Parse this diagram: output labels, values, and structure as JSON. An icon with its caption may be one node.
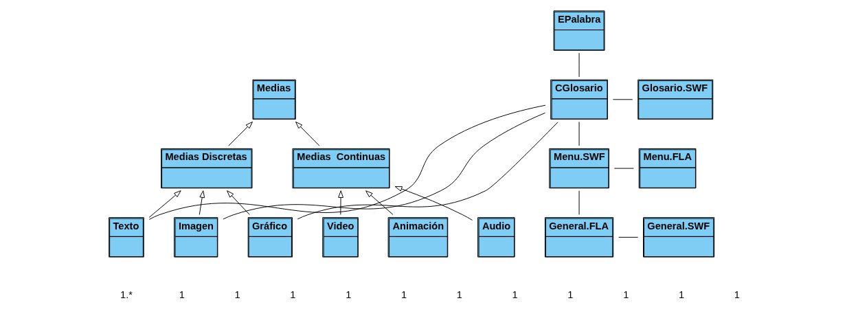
{
  "diagram": {
    "nodes": [
      {
        "text": [
          "Medias"
        ]
      },
      {
        "text": [
          "Medias Discretas"
        ]
      },
      {
        "text": [
          "Medias  Continuas"
        ]
      },
      {
        "text": [
          "Texto"
        ]
      },
      {
        "text": [
          "Imagen"
        ]
      },
      {
        "text": [
          "Gráfico"
        ]
      },
      {
        "text": [
          "Video"
        ]
      },
      {
        "text": [
          "Animación"
        ]
      },
      {
        "text": [
          "Audio"
        ]
      },
      {
        "text": [
          "EPalabra"
        ]
      },
      {
        "text": [
          "CGlosario"
        ]
      },
      {
        "text": [
          "Glosario.SWF"
        ]
      },
      {
        "text": [
          "Menu.SWF"
        ]
      },
      {
        "text": [
          "Menu.FLA"
        ]
      },
      {
        "text": [
          "General.FLA"
        ]
      },
      {
        "text": [
          "General.SWF"
        ]
      }
    ],
    "edges": [
      {
        "from": 1,
        "to": 0,
        "arrow": "to"
      },
      {
        "from": 2,
        "to": 0,
        "arrow": "to"
      },
      {
        "from": 3,
        "to": 1,
        "arrow": "to"
      },
      {
        "from": 4,
        "to": 1,
        "arrow": "to"
      },
      {
        "from": 5,
        "to": 1,
        "arrow": "to"
      },
      {
        "from": 6,
        "to": 2,
        "arrow": "to"
      },
      {
        "from": 7,
        "to": 2,
        "arrow": "to"
      },
      {
        "from": 8,
        "to": 2,
        "arrow": "to"
      },
      {
        "from": 9,
        "to": 10,
        "arrow": "none"
      },
      {
        "from": 10,
        "to": 11,
        "arrow": "none"
      },
      {
        "from": 10,
        "to": 12,
        "arrow": "none"
      },
      {
        "from": 12,
        "to": 13,
        "arrow": "none"
      },
      {
        "from": 12,
        "to": 14,
        "arrow": "none"
      },
      {
        "from": 14,
        "to": 15,
        "arrow": "none"
      },
      {
        "from": 5,
        "to": 10,
        "arrow": "none"
      },
      {
        "from": 4,
        "to": 10,
        "arrow": "none"
      },
      {
        "from": 3,
        "to": 10,
        "arrow": "none"
      }
    ],
    "labels": [
      "1.*",
      "1",
      "1",
      "1",
      "1",
      "1",
      "1",
      "1",
      "1",
      "1",
      "1",
      "1"
    ]
  }
}
